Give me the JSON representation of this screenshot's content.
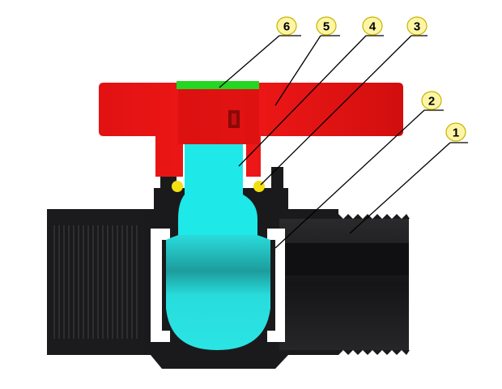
{
  "colors": {
    "background": "#ffffff",
    "body": "#1c1c1e",
    "body_dark": "#0d0d0f",
    "handle": "#e81414",
    "handle_dark": "#b00c0c",
    "stem": "#1fe8e8",
    "ball": "#26e2e2",
    "seal": "#f2df12",
    "cap": "#22d822",
    "seat": "#ffffff",
    "callout_fill": "#fdf5a6",
    "callout_stroke": "#c7b400",
    "leader": "#000000"
  },
  "callouts": [
    {
      "id": "6",
      "label": "6",
      "part": "cap-insert"
    },
    {
      "id": "5",
      "label": "5",
      "part": "handle"
    },
    {
      "id": "4",
      "label": "4",
      "part": "stem"
    },
    {
      "id": "3",
      "label": "3",
      "part": "stem-seal"
    },
    {
      "id": "2",
      "label": "2",
      "part": "ball"
    },
    {
      "id": "1",
      "label": "1",
      "part": "valve-body"
    }
  ]
}
